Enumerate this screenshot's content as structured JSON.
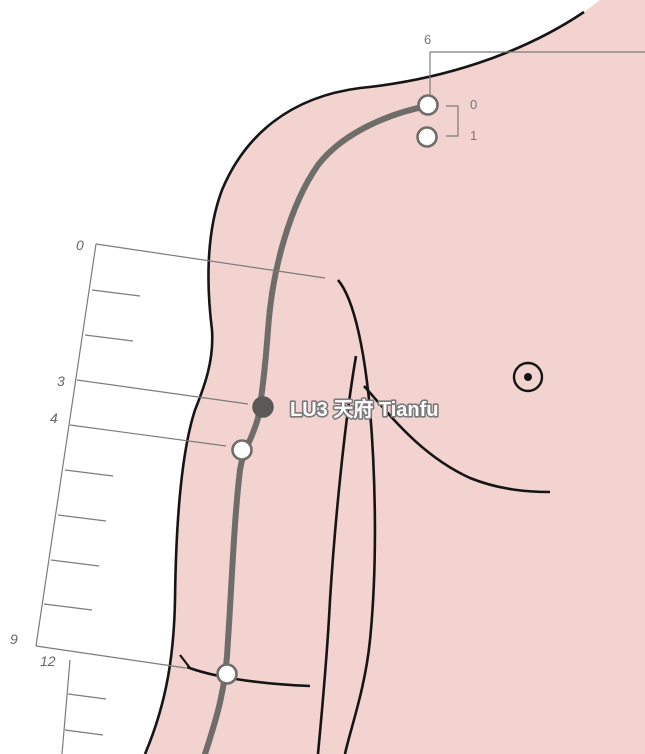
{
  "colors": {
    "skin": "#f3d3d0",
    "outline": "#151515",
    "meridian": "#6e6d69",
    "scale_line": "#7b7b7b",
    "point_fill": "#ffffff",
    "point_stroke": "#6e6d69",
    "acupoint_fill": "#5a5956"
  },
  "point_label": "LU3 天府 Tianfu",
  "shoulder_scale": {
    "top_label": "6",
    "bracket_labels": [
      "0",
      "1"
    ]
  },
  "arm_scale": {
    "labels": [
      "0",
      "3",
      "4",
      "9",
      "12"
    ]
  },
  "icons": {
    "nipple": "nipple-marker-icon",
    "acupoint": "acupoint-dot-icon",
    "open_point": "open-point-icon"
  }
}
